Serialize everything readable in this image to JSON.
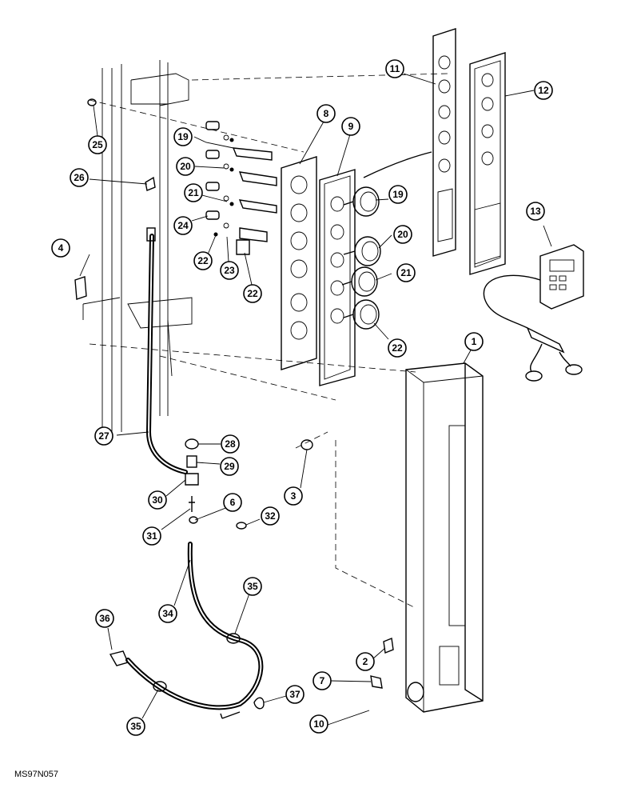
{
  "figure_code": "MS97N057",
  "callouts": {
    "c1": "1",
    "c2": "2",
    "c3": "3",
    "c4": "4",
    "c6": "6",
    "c7": "7",
    "c8": "8",
    "c9": "9",
    "c10": "10",
    "c11": "11",
    "c12": "12",
    "c13": "13",
    "c19a": "19",
    "c19b": "19",
    "c20a": "20",
    "c20b": "20",
    "c21a": "21",
    "c21b": "21",
    "c22a": "22",
    "c22b": "22",
    "c22c": "22",
    "c23": "23",
    "c24": "24",
    "c25": "25",
    "c26": "26",
    "c27": "27",
    "c28": "28",
    "c29": "29",
    "c30": "30",
    "c31": "31",
    "c32": "32",
    "c34": "34",
    "c35a": "35",
    "c35b": "35",
    "c36": "36",
    "c37": "37"
  }
}
